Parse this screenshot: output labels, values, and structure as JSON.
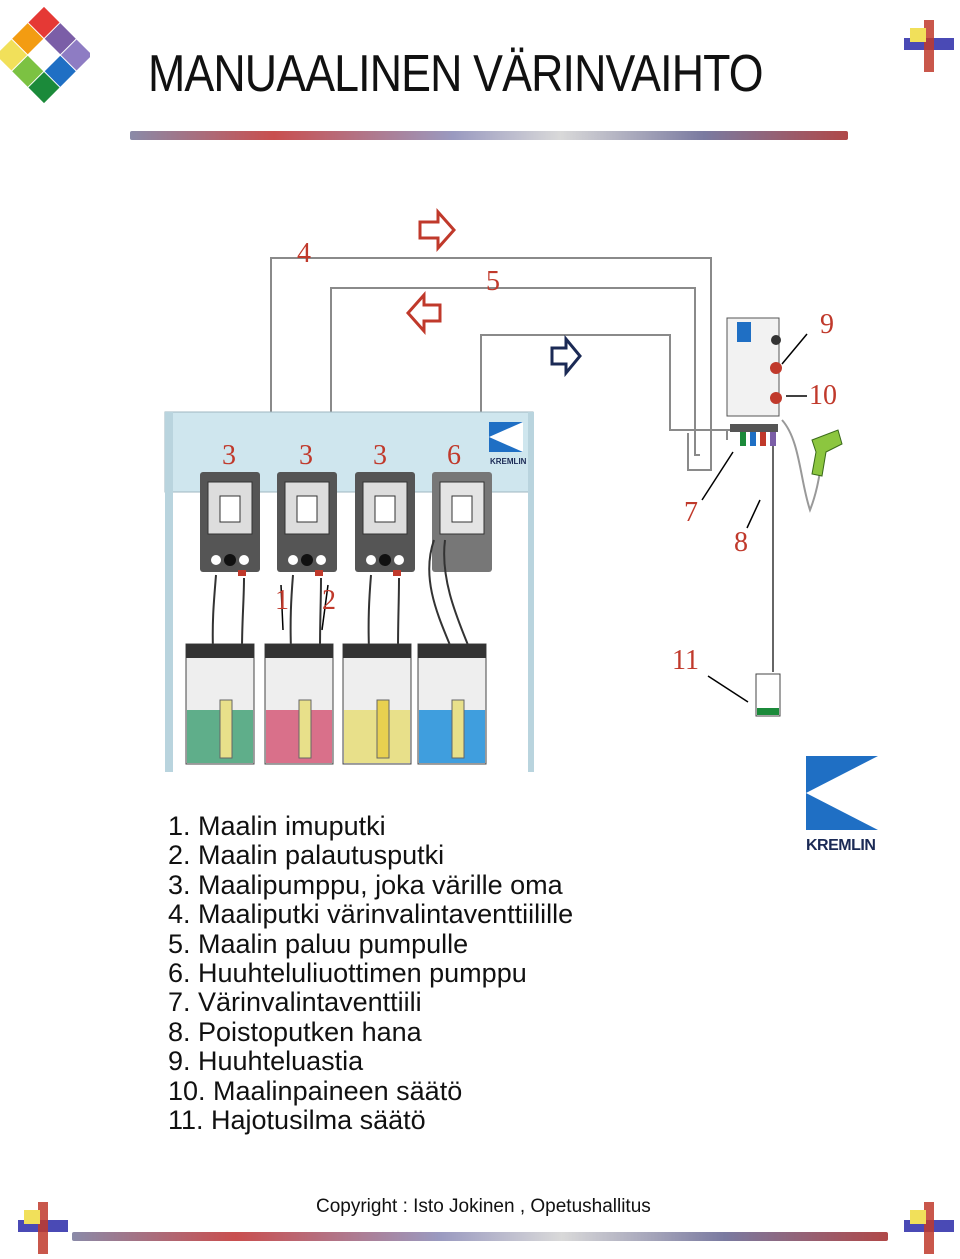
{
  "title": "MANUAALINEN VÄRINVAIHTO",
  "callouts": {
    "c1": "1",
    "c2": "2",
    "c3a": "3",
    "c3b": "3",
    "c3c": "3",
    "c4": "4",
    "c5": "5",
    "c6": "6",
    "c7": "7",
    "c8": "8",
    "c9": "9",
    "c10": "10",
    "c11": "11"
  },
  "brand": {
    "small_logo_text": "KREMLIN",
    "big_logo_text": "KREMLIN"
  },
  "legend": [
    "1. Maalin imuputki",
    "2. Maalin palautusputki",
    "3. Maalipumppu, joka värille oma",
    "4. Maaliputki värinvalintaventtiilille",
    "5. Maalin paluu pumpulle",
    "6. Huuhteluliuottimen pumppu",
    "7. Värinvalintaventtiili",
    "8. Poistoputken hana",
    "9. Huuhteluastia",
    "10. Maalinpaineen säätö",
    "11. Hajotusilma säätö"
  ],
  "copyright": "Copyright : Isto Jokinen , Opetushallitus",
  "colors": {
    "tank1": "#5fae8a",
    "tank2": "#d9708a",
    "tank3": "#e8e08a",
    "tank4": "#3f9ede",
    "callout": "#c0392b",
    "brand_blue": "#1f6fc4"
  }
}
